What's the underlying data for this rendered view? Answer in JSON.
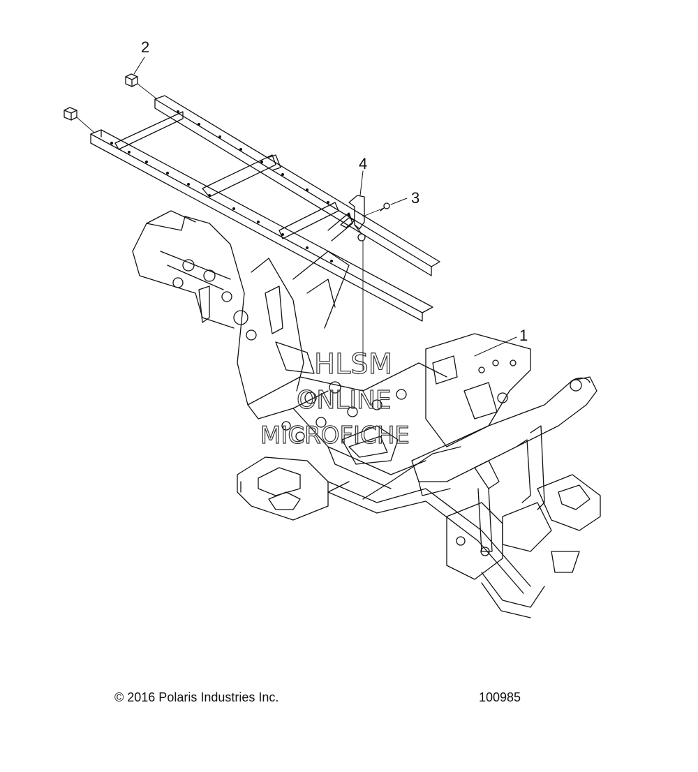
{
  "callouts": [
    {
      "number": "1"
    },
    {
      "number": "2"
    },
    {
      "number": "3"
    },
    {
      "number": "4"
    }
  ],
  "watermark": {
    "line1": "HLSM",
    "line2": "ONLINE",
    "line3": "MICROFICHE"
  },
  "footer": {
    "copyright": "© 2016 Polaris Industries Inc.",
    "part_number": "100985"
  },
  "colors": {
    "line": "#111111",
    "background": "#ffffff"
  }
}
